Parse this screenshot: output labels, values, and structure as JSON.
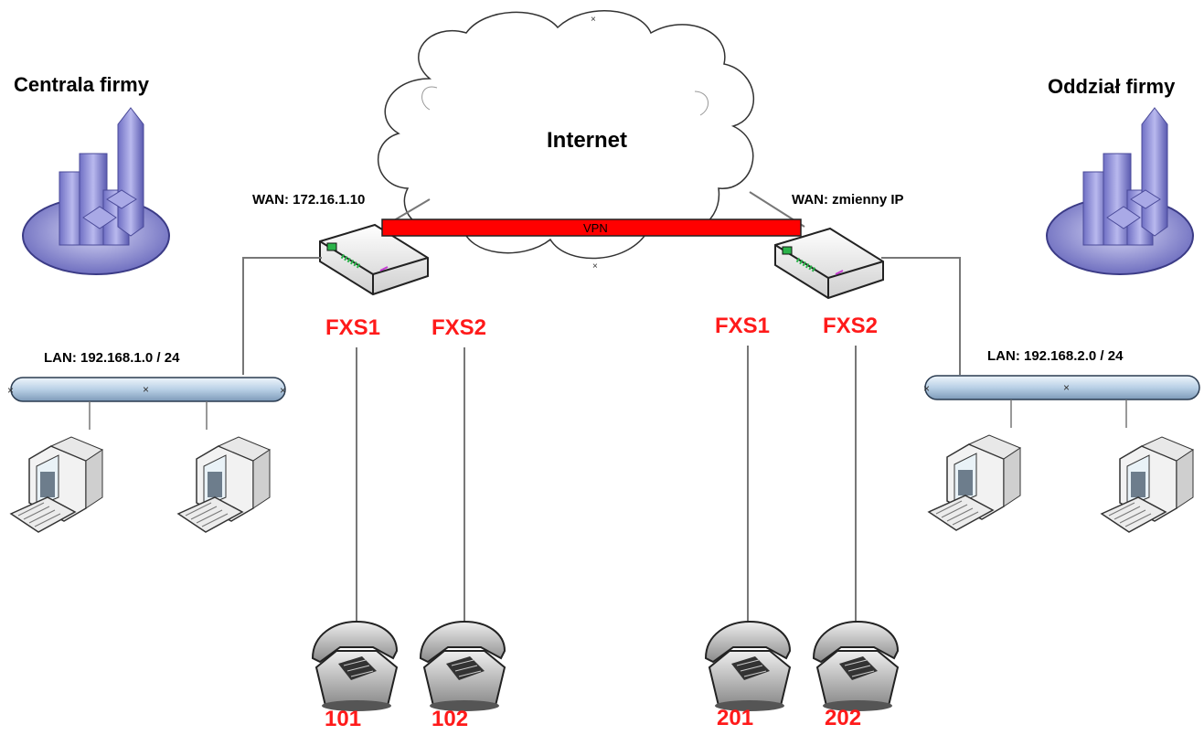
{
  "hq": {
    "title": "Centrala firmy",
    "wan": "WAN: 172.16.1.10",
    "lan": "LAN: 192.168.1.0 / 24"
  },
  "branch": {
    "title": "Oddział firmy",
    "wan": "WAN:  zmienny IP",
    "lan": "LAN: 192.168.2.0 / 24"
  },
  "internet": {
    "label": "Internet"
  },
  "vpn": {
    "label": "VPN"
  },
  "ports": {
    "hq_fxs1": "FXS1",
    "hq_fxs2": "FXS2",
    "br_fxs1": "FXS1",
    "br_fxs2": "FXS2"
  },
  "phones": {
    "p101": "101",
    "p102": "102",
    "p201": "201",
    "p202": "202"
  },
  "colors": {
    "vpn_bar": "#ff0000",
    "port_label": "#ff1a1a",
    "building": "#8f8fd6",
    "lan_bus": "#c9dced"
  }
}
